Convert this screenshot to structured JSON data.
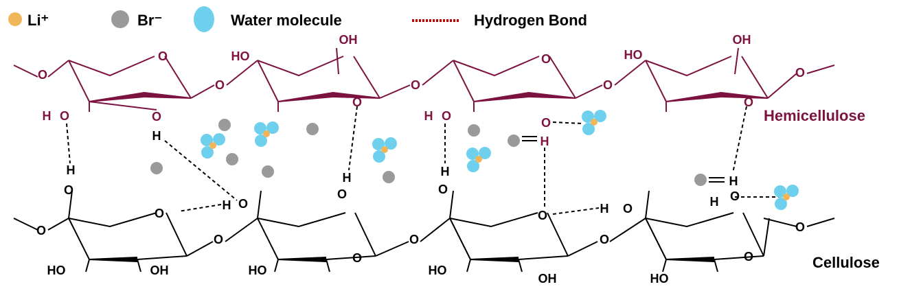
{
  "legend": {
    "li_label": "Li⁺",
    "br_label": "Br⁻",
    "water_label": "Water molecule",
    "hbond_label": "Hydrogen Bond"
  },
  "titles": {
    "hemicellulose": "Hemicellulose",
    "cellulose": "Cellulose"
  },
  "colors": {
    "hemicellulose": "#7b1240",
    "cellulose": "#000000",
    "li": "#f2b65a",
    "br": "#9a9a9a",
    "water": "#6fd0ee",
    "hbond": "#c00000"
  },
  "hemi_atoms": [
    "O",
    "O",
    "H",
    "O",
    "O",
    "O",
    "HO",
    "OH",
    "O",
    "O",
    "O",
    "H",
    "O",
    "O",
    "O",
    "HO",
    "OH",
    "O",
    "O"
  ],
  "hbond_h": [
    "H",
    "H",
    "H",
    "H",
    "H",
    "H",
    "H",
    "H",
    "H"
  ],
  "cell_atoms": [
    "O",
    "O",
    "O",
    "O",
    "HO",
    "OH",
    "O",
    "O",
    "O",
    "HO",
    "O",
    "O",
    "O",
    "HO",
    "OH",
    "O",
    "O",
    "O",
    "O",
    "HO",
    "O"
  ]
}
